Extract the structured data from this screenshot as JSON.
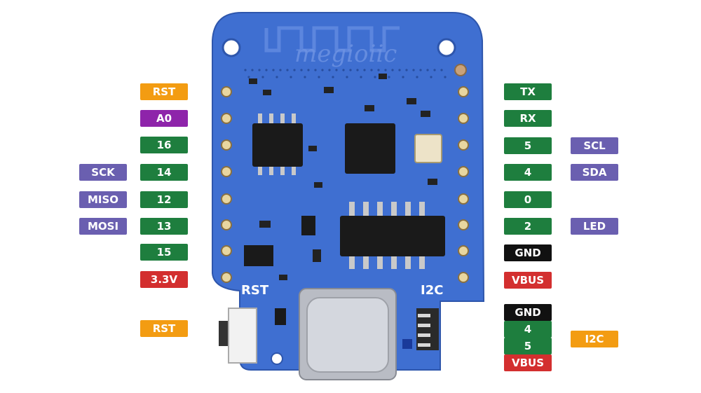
{
  "colors": {
    "orange": "#F39C12",
    "purple": "#8E24AA",
    "green": "#1E7E3E",
    "slate": "#6A5FB0",
    "red": "#D32F2F",
    "black": "#111111",
    "board": "#3F6FD1"
  },
  "board": {
    "silk_rst": "RST",
    "silk_i2c": "I2C",
    "watermark": "megioiic"
  },
  "left_pins": [
    {
      "label": "RST",
      "color": "orange"
    },
    {
      "label": "A0",
      "color": "purple"
    },
    {
      "label": "16",
      "color": "green"
    },
    {
      "label": "14",
      "color": "green",
      "alt": "SCK"
    },
    {
      "label": "12",
      "color": "green",
      "alt": "MISO"
    },
    {
      "label": "13",
      "color": "green",
      "alt": "MOSI"
    },
    {
      "label": "15",
      "color": "green"
    },
    {
      "label": "3.3V",
      "color": "red"
    }
  ],
  "right_pins": [
    {
      "label": "TX",
      "color": "green"
    },
    {
      "label": "RX",
      "color": "green"
    },
    {
      "label": "5",
      "color": "green",
      "alt": "SCL"
    },
    {
      "label": "4",
      "color": "green",
      "alt": "SDA"
    },
    {
      "label": "0",
      "color": "green"
    },
    {
      "label": "2",
      "color": "green",
      "alt": "LED"
    },
    {
      "label": "GND",
      "color": "black"
    },
    {
      "label": "VBUS",
      "color": "red"
    }
  ],
  "reset_button_label": "RST",
  "i2c_connector": {
    "pins": [
      {
        "label": "GND",
        "color": "black"
      },
      {
        "label": "4",
        "color": "green"
      },
      {
        "label": "5",
        "color": "green"
      },
      {
        "label": "VBUS",
        "color": "red"
      }
    ],
    "label": "I2C"
  }
}
